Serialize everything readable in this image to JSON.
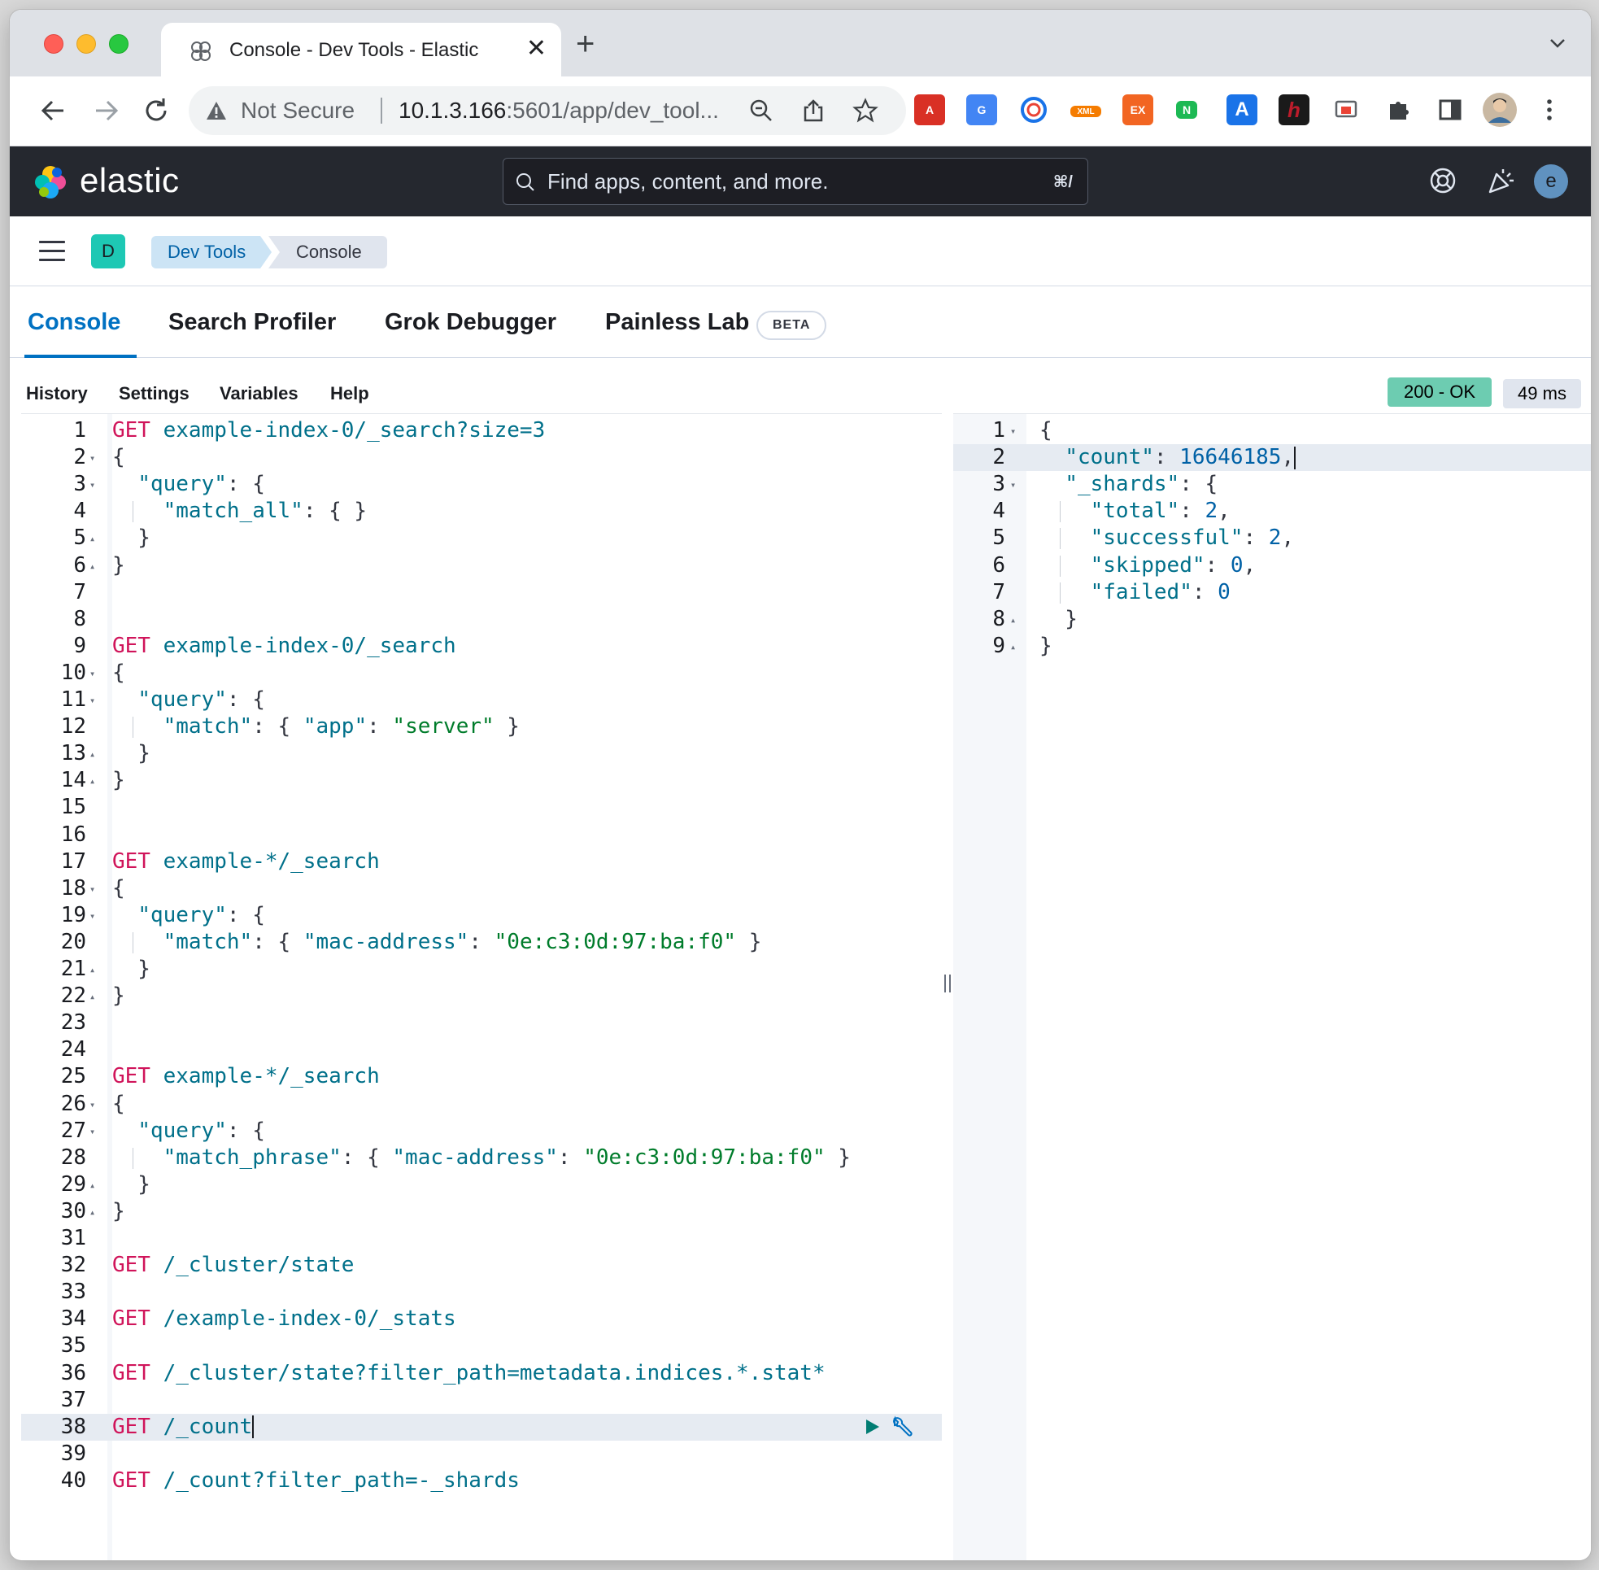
{
  "browser": {
    "tab_title": "Console - Dev Tools - Elastic",
    "close_glyph": "✕",
    "new_tab_glyph": "+",
    "security_label": "Not Secure",
    "url_host": "10.1.3.166",
    "url_rest": ":5601/app/dev_tool...",
    "extensions": [
      {
        "name": "pdf-extension-icon",
        "color": "#d93025",
        "label": "A"
      },
      {
        "name": "translate-extension-icon",
        "color": "#4285f4",
        "label": "G"
      },
      {
        "name": "circle-extension-icon",
        "color": "#1a73e8",
        "label": ""
      },
      {
        "name": "xml-extension-icon",
        "color": "#f57c00",
        "label": "XML"
      },
      {
        "name": "ex-extension-icon",
        "color": "#f26522",
        "label": "EX"
      },
      {
        "name": "green-extension-icon",
        "color": "#1db954",
        "label": "N"
      },
      {
        "name": "dictionary-extension-icon",
        "color": "#1a73e8",
        "label": "A"
      },
      {
        "name": "hypothesis-extension-icon",
        "color": "#bd1c2b",
        "label": "h"
      },
      {
        "name": "cast-extension-icon",
        "color": "#5f6368",
        "label": ""
      }
    ]
  },
  "kibana": {
    "logo_text": "elastic",
    "search_placeholder": "Find apps, content, and more.",
    "search_shortcut": "⌘/",
    "user_initial": "e",
    "space_initial": "D",
    "breadcrumbs": [
      "Dev Tools",
      "Console"
    ]
  },
  "app_tabs": [
    {
      "label": "Console",
      "active": true
    },
    {
      "label": "Search Profiler",
      "active": false
    },
    {
      "label": "Grok Debugger",
      "active": false
    },
    {
      "label": "Painless Lab",
      "active": false
    }
  ],
  "beta_label": "BETA",
  "console_menu": [
    "History",
    "Settings",
    "Variables",
    "Help"
  ],
  "status": "200 - OK",
  "elapsed": "49 ms",
  "request_lines": [
    {
      "n": "1",
      "fold": "",
      "tokens": [
        [
          "m",
          "GET"
        ],
        [
          "p",
          " "
        ],
        [
          "u",
          "example-index-0/_search?size=3"
        ]
      ]
    },
    {
      "n": "2",
      "fold": "▾",
      "tokens": [
        [
          "p",
          "{"
        ]
      ]
    },
    {
      "n": "3",
      "fold": "▾",
      "tokens": [
        [
          "p",
          "  "
        ],
        [
          "k",
          "\"query\""
        ],
        [
          "p",
          ": {"
        ]
      ]
    },
    {
      "n": "4",
      "fold": "",
      "guide": 1,
      "tokens": [
        [
          "p",
          "    "
        ],
        [
          "k",
          "\"match_all\""
        ],
        [
          "p",
          ": { }"
        ]
      ]
    },
    {
      "n": "5",
      "fold": "▴",
      "tokens": [
        [
          "p",
          "  }"
        ]
      ]
    },
    {
      "n": "6",
      "fold": "▴",
      "tokens": [
        [
          "p",
          "}"
        ]
      ]
    },
    {
      "n": "7",
      "fold": "",
      "tokens": []
    },
    {
      "n": "8",
      "fold": "",
      "tokens": []
    },
    {
      "n": "9",
      "fold": "",
      "tokens": [
        [
          "m",
          "GET"
        ],
        [
          "p",
          " "
        ],
        [
          "u",
          "example-index-0/_search"
        ]
      ]
    },
    {
      "n": "10",
      "fold": "▾",
      "tokens": [
        [
          "p",
          "{"
        ]
      ]
    },
    {
      "n": "11",
      "fold": "▾",
      "tokens": [
        [
          "p",
          "  "
        ],
        [
          "k",
          "\"query\""
        ],
        [
          "p",
          ": {"
        ]
      ]
    },
    {
      "n": "12",
      "fold": "",
      "guide": 1,
      "tokens": [
        [
          "p",
          "    "
        ],
        [
          "k",
          "\"match\""
        ],
        [
          "p",
          ": { "
        ],
        [
          "k",
          "\"app\""
        ],
        [
          "p",
          ": "
        ],
        [
          "s",
          "\"server\""
        ],
        [
          "p",
          " }"
        ]
      ]
    },
    {
      "n": "13",
      "fold": "▴",
      "tokens": [
        [
          "p",
          "  }"
        ]
      ]
    },
    {
      "n": "14",
      "fold": "▴",
      "tokens": [
        [
          "p",
          "}"
        ]
      ]
    },
    {
      "n": "15",
      "fold": "",
      "tokens": []
    },
    {
      "n": "16",
      "fold": "",
      "tokens": []
    },
    {
      "n": "17",
      "fold": "",
      "tokens": [
        [
          "m",
          "GET"
        ],
        [
          "p",
          " "
        ],
        [
          "u",
          "example-*/_search"
        ]
      ]
    },
    {
      "n": "18",
      "fold": "▾",
      "tokens": [
        [
          "p",
          "{"
        ]
      ]
    },
    {
      "n": "19",
      "fold": "▾",
      "tokens": [
        [
          "p",
          "  "
        ],
        [
          "k",
          "\"query\""
        ],
        [
          "p",
          ": {"
        ]
      ]
    },
    {
      "n": "20",
      "fold": "",
      "guide": 1,
      "tokens": [
        [
          "p",
          "    "
        ],
        [
          "k",
          "\"match\""
        ],
        [
          "p",
          ": { "
        ],
        [
          "k",
          "\"mac-address\""
        ],
        [
          "p",
          ": "
        ],
        [
          "s",
          "\"0e:c3:0d:97:ba:f0\""
        ],
        [
          "p",
          " }"
        ]
      ]
    },
    {
      "n": "21",
      "fold": "▴",
      "tokens": [
        [
          "p",
          "  }"
        ]
      ]
    },
    {
      "n": "22",
      "fold": "▴",
      "tokens": [
        [
          "p",
          "}"
        ]
      ]
    },
    {
      "n": "23",
      "fold": "",
      "tokens": []
    },
    {
      "n": "24",
      "fold": "",
      "tokens": []
    },
    {
      "n": "25",
      "fold": "",
      "tokens": [
        [
          "m",
          "GET"
        ],
        [
          "p",
          " "
        ],
        [
          "u",
          "example-*/_search"
        ]
      ]
    },
    {
      "n": "26",
      "fold": "▾",
      "tokens": [
        [
          "p",
          "{"
        ]
      ]
    },
    {
      "n": "27",
      "fold": "▾",
      "tokens": [
        [
          "p",
          "  "
        ],
        [
          "k",
          "\"query\""
        ],
        [
          "p",
          ": {"
        ]
      ]
    },
    {
      "n": "28",
      "fold": "",
      "guide": 1,
      "tokens": [
        [
          "p",
          "    "
        ],
        [
          "k",
          "\"match_phrase\""
        ],
        [
          "p",
          ": { "
        ],
        [
          "k",
          "\"mac-address\""
        ],
        [
          "p",
          ": "
        ],
        [
          "s",
          "\"0e:c3:0d:97:ba:f0\""
        ],
        [
          "p",
          " }"
        ]
      ]
    },
    {
      "n": "29",
      "fold": "▴",
      "tokens": [
        [
          "p",
          "  }"
        ]
      ]
    },
    {
      "n": "30",
      "fold": "▴",
      "tokens": [
        [
          "p",
          "}"
        ]
      ]
    },
    {
      "n": "31",
      "fold": "",
      "tokens": []
    },
    {
      "n": "32",
      "fold": "",
      "tokens": [
        [
          "m",
          "GET"
        ],
        [
          "p",
          " "
        ],
        [
          "u",
          "/_cluster/state"
        ]
      ]
    },
    {
      "n": "33",
      "fold": "",
      "tokens": []
    },
    {
      "n": "34",
      "fold": "",
      "tokens": [
        [
          "m",
          "GET"
        ],
        [
          "p",
          " "
        ],
        [
          "u",
          "/example-index-0/_stats"
        ]
      ]
    },
    {
      "n": "35",
      "fold": "",
      "tokens": []
    },
    {
      "n": "36",
      "fold": "",
      "tokens": [
        [
          "m",
          "GET"
        ],
        [
          "p",
          " "
        ],
        [
          "u",
          "/_cluster/state?filter_path=metadata.indices.*.stat*"
        ]
      ]
    },
    {
      "n": "37",
      "fold": "",
      "tokens": []
    },
    {
      "n": "38",
      "fold": "",
      "active": true,
      "tokens": [
        [
          "m",
          "GET"
        ],
        [
          "p",
          " "
        ],
        [
          "u",
          "/_count"
        ]
      ]
    },
    {
      "n": "39",
      "fold": "",
      "tokens": []
    },
    {
      "n": "40",
      "fold": "",
      "tokens": [
        [
          "m",
          "GET"
        ],
        [
          "p",
          " "
        ],
        [
          "u",
          "/_count?filter_path=-_shards"
        ]
      ]
    }
  ],
  "response_lines": [
    {
      "n": "1",
      "fold": "▾",
      "tokens": [
        [
          "p",
          "{"
        ]
      ]
    },
    {
      "n": "2",
      "fold": "",
      "active": true,
      "tokens": [
        [
          "p",
          "  "
        ],
        [
          "k",
          "\"count\""
        ],
        [
          "p",
          ": "
        ],
        [
          "d",
          "16646185"
        ],
        [
          "p",
          ","
        ]
      ]
    },
    {
      "n": "3",
      "fold": "▾",
      "tokens": [
        [
          "p",
          "  "
        ],
        [
          "k",
          "\"_shards\""
        ],
        [
          "p",
          ": {"
        ]
      ]
    },
    {
      "n": "4",
      "fold": "",
      "guide": 1,
      "tokens": [
        [
          "p",
          "    "
        ],
        [
          "k",
          "\"total\""
        ],
        [
          "p",
          ": "
        ],
        [
          "d",
          "2"
        ],
        [
          "p",
          ","
        ]
      ]
    },
    {
      "n": "5",
      "fold": "",
      "guide": 1,
      "tokens": [
        [
          "p",
          "    "
        ],
        [
          "k",
          "\"successful\""
        ],
        [
          "p",
          ": "
        ],
        [
          "d",
          "2"
        ],
        [
          "p",
          ","
        ]
      ]
    },
    {
      "n": "6",
      "fold": "",
      "guide": 1,
      "tokens": [
        [
          "p",
          "    "
        ],
        [
          "k",
          "\"skipped\""
        ],
        [
          "p",
          ": "
        ],
        [
          "d",
          "0"
        ],
        [
          "p",
          ","
        ]
      ]
    },
    {
      "n": "7",
      "fold": "",
      "guide": 1,
      "tokens": [
        [
          "p",
          "    "
        ],
        [
          "k",
          "\"failed\""
        ],
        [
          "p",
          ": "
        ],
        [
          "d",
          "0"
        ]
      ]
    },
    {
      "n": "8",
      "fold": "▴",
      "tokens": [
        [
          "p",
          "  }"
        ]
      ]
    },
    {
      "n": "9",
      "fold": "▴",
      "tokens": [
        [
          "p",
          "}"
        ]
      ]
    }
  ],
  "colors": {
    "method": "#d0145a",
    "url": "#00708a",
    "string": "#007c2b",
    "number": "#0061a6",
    "accent": "#0071c2",
    "header_bg": "#25282f",
    "status_ok": "#6dccb1"
  }
}
